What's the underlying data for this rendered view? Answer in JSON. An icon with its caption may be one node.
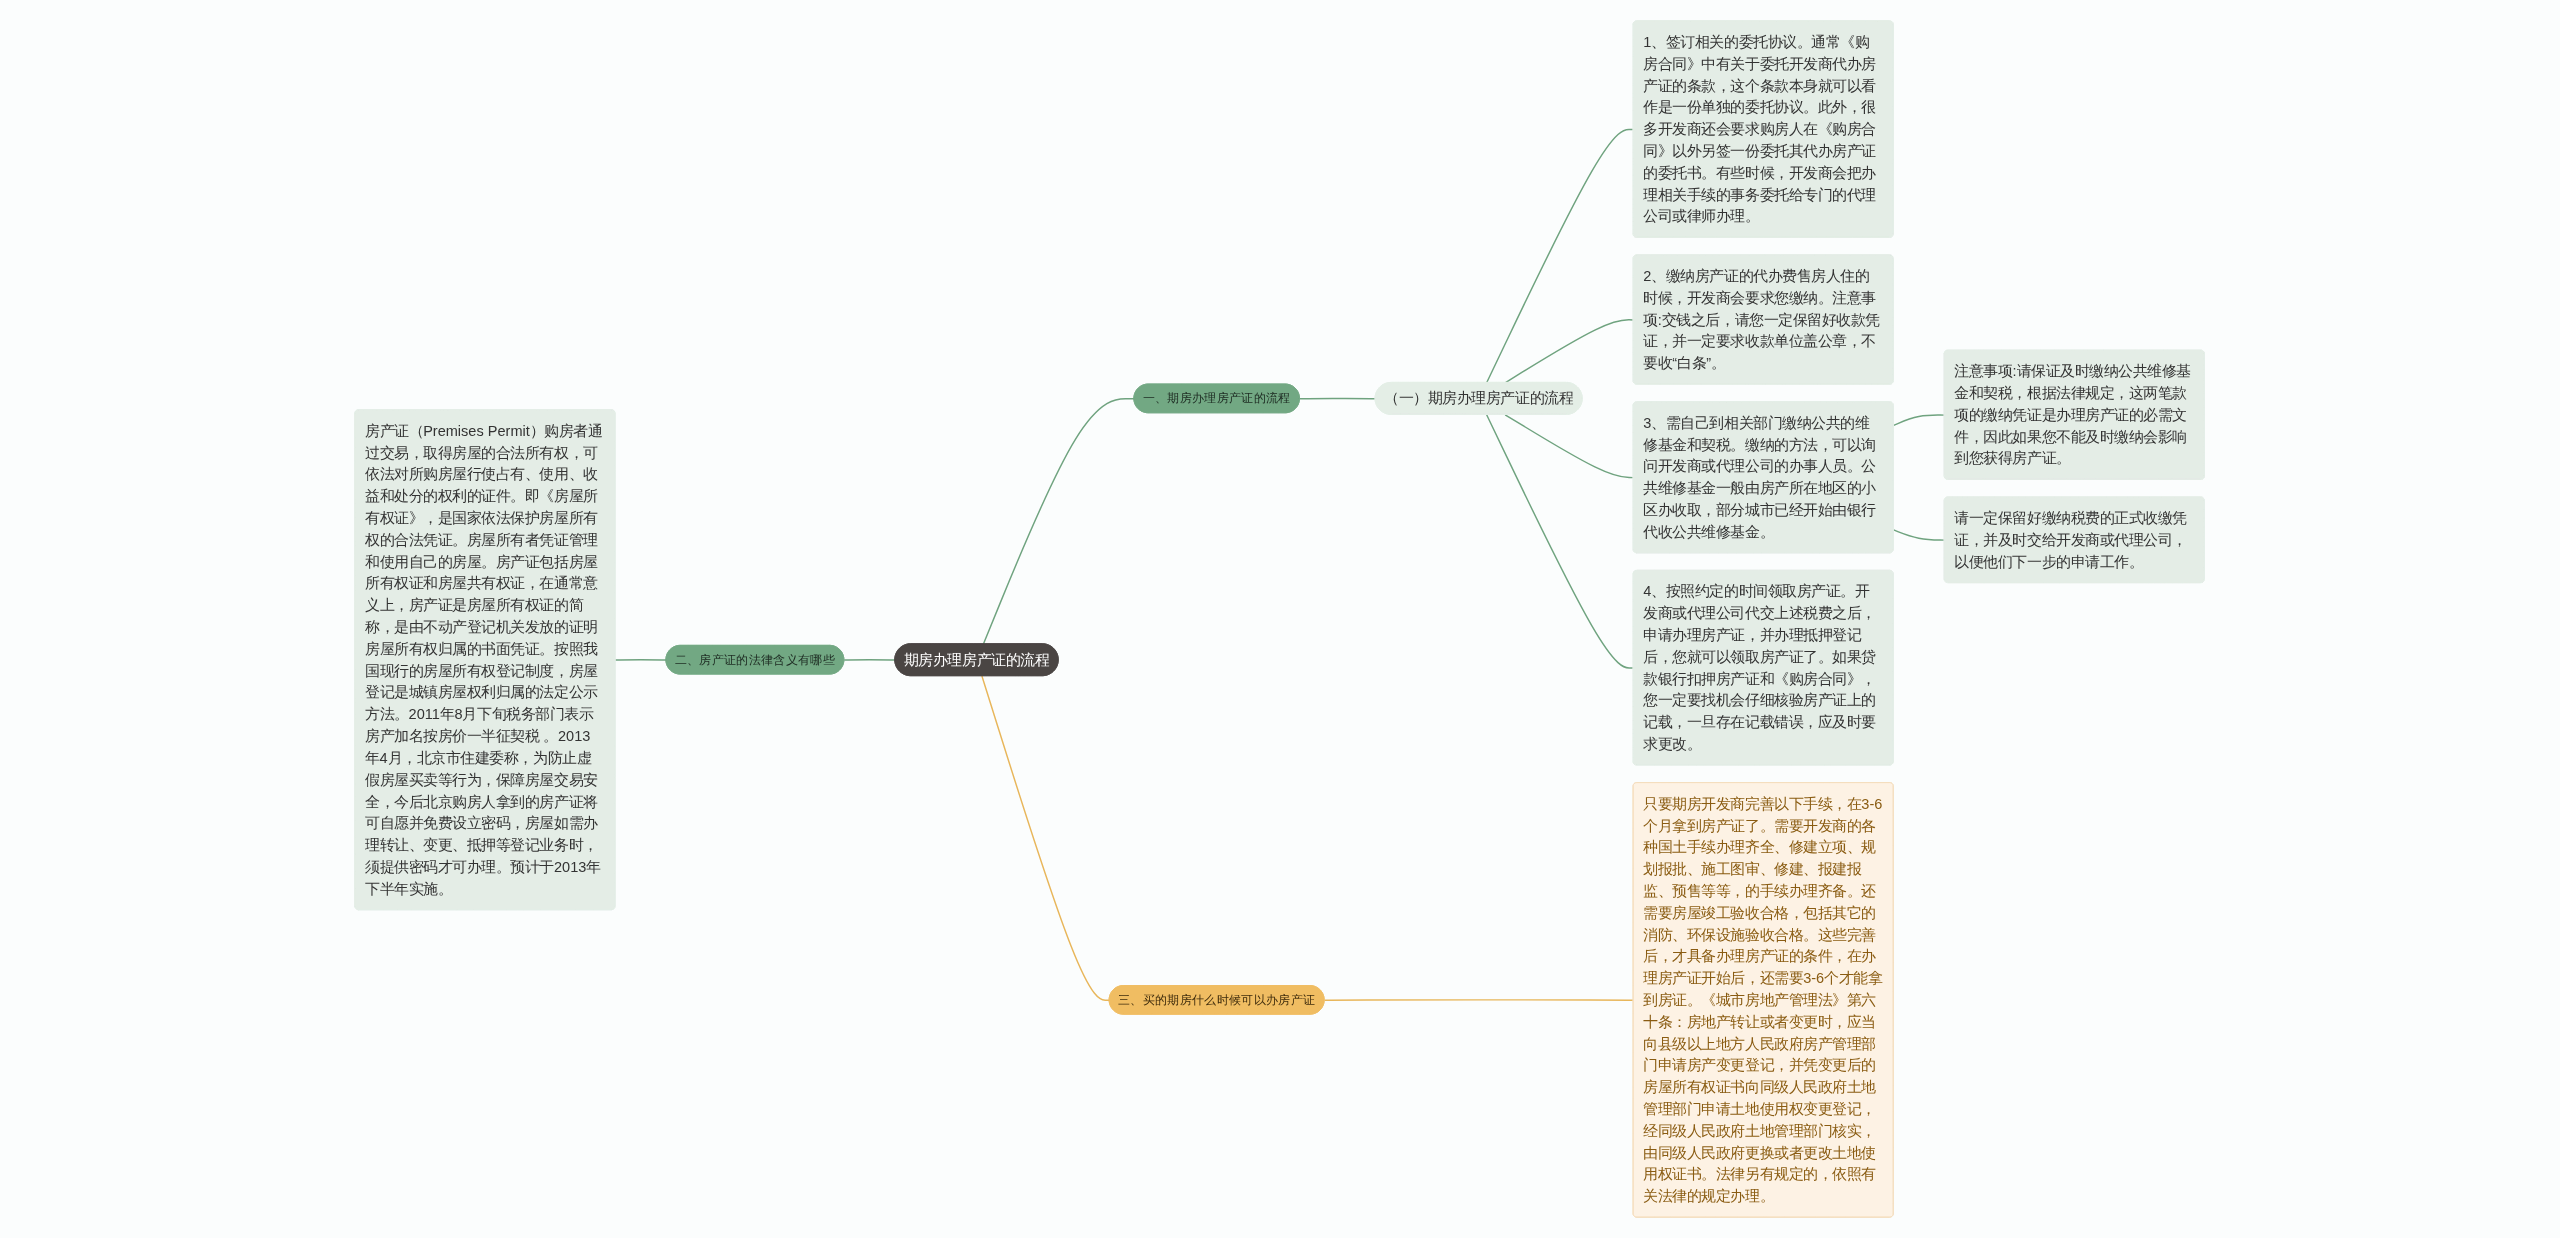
{
  "diagram": {
    "nodes": [
      {
        "text": [
          "期房办理房产证的流程"
        ]
      },
      {
        "text": [
          "一、期房办理房产证的流程"
        ]
      },
      {
        "text": [
          "（一）期房办理房产证的流程"
        ]
      },
      {
        "text": [
          "1、签订相关的委托协议。通常《购房合同》中有关于委托开发商代办房产证的条款，这个条款本身就可以看作是一份单独的委托协议。此外，很多开发商还会要求购房人在《购房合同》以外另签一份委托其代办房产证的委托书。有些时候，开发商会把办理相关手续的事务委托给专门的代理公司或律师办理。"
        ]
      },
      {
        "text": [
          "2、缴纳房产证的代办费售房人住的时候，开发商会要求您缴纳。注意事项:交钱之后，请您一定保留好收款凭证，并一定要求收款单位盖公章，不要收“白条”。"
        ]
      },
      {
        "text": [
          "3、需自己到相关部门缴纳公共的维修基金和契税。缴纳的方法，可以询问开发商或代理公司的办事人员。公共维修基金一般由房产所在地区的小区办收取，部分城市已经开始由银行代收公共维修基金。"
        ]
      },
      {
        "text": [
          "注意事项:请保证及时缴纳公共维修基金和契税，根据法律规定，这两笔款项的缴纳凭证是办理房产证的必需文件，因此如果您不能及时缴纳会影响到您获得房产证。"
        ]
      },
      {
        "text": [
          "请一定保留好缴纳税费的正式收缴凭证，并及时交给开发商或代理公司，以便他们下一步的申请工作。"
        ]
      },
      {
        "text": [
          "4、按照约定的时间领取房产证。开发商或代理公司代交上述税费之后，申请办理房产证，并办理抵押登记后，您就可以领取房产证了。如果贷款银行扣押房产证和《购房合同》，您一定要找机会仔细核验房产证上的记载，一旦存在记载错误，应及时要求更改。"
        ]
      },
      {
        "text": [
          "二、房产证的法律含义有哪些"
        ]
      },
      {
        "text": [
          "房产证（Premises Permit）购房者通过交易，取得房屋的合法所有权，可依法对所购房屋行使占有、使用、收益和处分的权利的证件。即《房屋所有权证》，是国家依法保护房屋所有权的合法凭证。房屋所有者凭证管理和使用自己的房屋。房产证包括房屋所有权证和房屋共有权证，在通常意义上，房产证是房屋所有权证的简称，是由不动产登记机关发放的证明房屋所有权归属的书面凭证。按照我国现行的房屋所有权登记制度，房屋登记是城镇房屋权利归属的法定公示方法。2011年8月下旬税务部门表示房产加名按房价一半征契税 。2013年4月，北京市住建委称，为防止虚假房屋买卖等行为，保障房屋交易安全，今后北京购房人拿到的房产证将可自愿并免费设立密码，房屋如需办理转让、变更、抵押等登记业务时，须提供密码才可办理。预计于2013年下半年实施。"
        ]
      },
      {
        "text": [
          "三、买的期房什么时候可以办房产证"
        ]
      },
      {
        "text": [
          "只要期房开发商完善以下手续，在3-6个月拿到房产证了。需要开发商的各种国土手续办理齐全、修建立项、规划报批、施工图审、修建、报建报监、预售等等，的手续办理齐备。还需要房屋竣工验收合格，包括其它的消防、环保设施验收合格。这些完善后，才具备办理房产证的条件，在办理房产证开始后，还需要3-6个才能拿到房证。《城市房地产管理法》第六十条：房地产转让或者变更时，应当向县级以上地方人民政府房产管理部门申请房产变更登记，并凭变更后的房屋所有权证书向同级人民政府土地管理部门申请土地使用权变更登记，经同级人民政府土地管理部门核实，由同级人民政府更换或者更改土地使用权证书。法律另有规定的，依照有关法律的规定办理。"
        ]
      }
    ],
    "edges": [
      {
        "from": 0,
        "to": 1,
        "arrow": "none"
      },
      {
        "from": 1,
        "to": 2,
        "arrow": "none"
      },
      {
        "from": 2,
        "to": 3,
        "arrow": "none"
      },
      {
        "from": 2,
        "to": 4,
        "arrow": "none"
      },
      {
        "from": 2,
        "to": 5,
        "arrow": "none"
      },
      {
        "from": 5,
        "to": 6,
        "arrow": "none"
      },
      {
        "from": 5,
        "to": 7,
        "arrow": "none"
      },
      {
        "from": 2,
        "to": 8,
        "arrow": "none"
      },
      {
        "from": 9,
        "to": 0,
        "arrow": "none"
      },
      {
        "from": 10,
        "to": 9,
        "arrow": "none"
      },
      {
        "from": 0,
        "to": 11,
        "arrow": "none",
        "color": "#e8b65a"
      },
      {
        "from": 11,
        "to": 12,
        "arrow": "none",
        "color": "#e8b65a"
      }
    ]
  }
}
